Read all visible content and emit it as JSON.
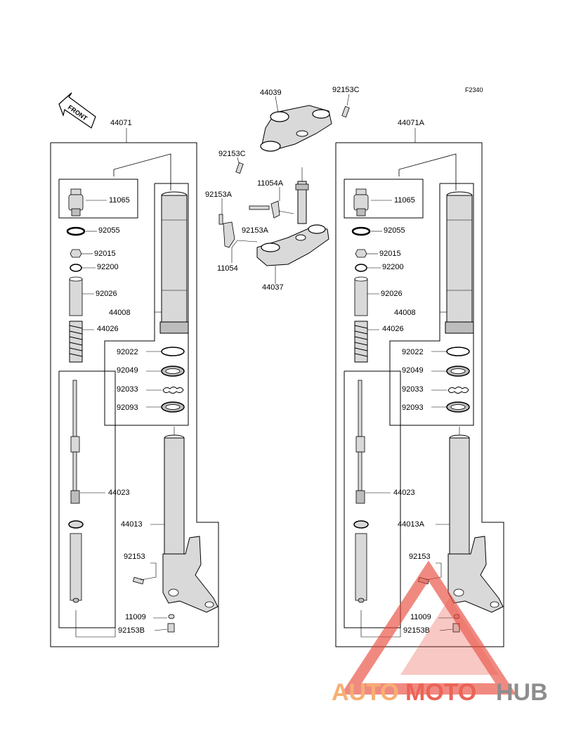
{
  "figure_code": "F2340",
  "front_marker": "FRONT",
  "colors": {
    "ink": "#000000",
    "part_fill": "#d9d9d9",
    "logo_orange": "#f5a25a",
    "logo_red": "#e8483a",
    "logo_gray": "#7a7a7a"
  },
  "watermark": {
    "part1": "AUTO",
    "part2": "MOTO",
    "part3": "HUB"
  },
  "top_labels": {
    "bracket_upper": "44039",
    "bolt_upper": "92153C",
    "bolt_left_upper": "92153C",
    "stem": "11054A",
    "bolt_side": "92153A",
    "bolt_side_small": "92153A",
    "bracket_side": "11054",
    "bracket_lower": "44037"
  },
  "left": {
    "assembly": "44071",
    "cap": "11065",
    "oring": "92055",
    "nut": "92015",
    "washer": "92200",
    "spacer": "92026",
    "spring": "44026",
    "tube": "44008",
    "ring1": "92022",
    "seal1": "92049",
    "clip": "92033",
    "seal2": "92093",
    "cartridge": "44023",
    "outer": "44013",
    "bolt_axle": "92153",
    "gasket": "11009",
    "bolt_bottom": "92153B"
  },
  "right": {
    "assembly": "44071A",
    "cap": "11065",
    "oring": "92055",
    "nut": "92015",
    "washer": "92200",
    "spacer": "92026",
    "spring": "44026",
    "tube": "44008",
    "ring1": "92022",
    "seal1": "92049",
    "clip": "92033",
    "seal2": "92093",
    "cartridge": "44023",
    "outer": "44013A",
    "bolt_axle": "92153",
    "gasket": "11009",
    "bolt_bottom": "92153B"
  }
}
